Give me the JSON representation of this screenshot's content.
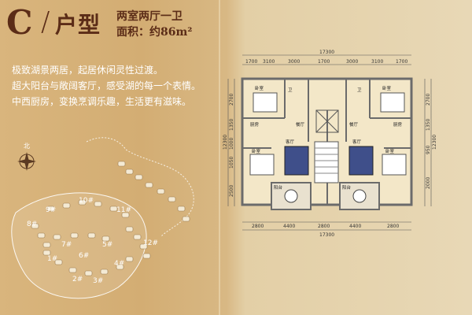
{
  "title": {
    "letter": "C",
    "slash": "/",
    "name": "户型"
  },
  "subtitle": {
    "line1": "两室两厅一卫",
    "line2": "面积：约86m²"
  },
  "description": [
    "极致湖景两居，起居休闲灵性过渡。",
    "超大阳台与敞阔客厅，感受湖的每一个表情。",
    "中西厨房，变换烹调乐趣，生活更有滋味。"
  ],
  "site_plan": {
    "north_label": "北",
    "buildings": [
      {
        "label": "10#"
      },
      {
        "label": "9#"
      },
      {
        "label": "11#"
      },
      {
        "label": "8#"
      },
      {
        "label": "7#"
      },
      {
        "label": "6#"
      },
      {
        "label": "5#"
      },
      {
        "label": "12#"
      },
      {
        "label": "1#"
      },
      {
        "label": "4#"
      },
      {
        "label": "2#"
      },
      {
        "label": "3#"
      }
    ]
  },
  "floor_plan": {
    "top_total": "17300",
    "top_dims": [
      "1700",
      "3100",
      "3000",
      "1700",
      "3000",
      "3100",
      "1700"
    ],
    "bottom_dims": [
      "2800",
      "4400",
      "2800",
      "4400",
      "2800"
    ],
    "bottom_total": "17300",
    "left_total": "12300",
    "left_dims": [
      "2700",
      "1350",
      "1000",
      "1050",
      "2500"
    ],
    "right_total": "12300",
    "right_dims": [
      "2700",
      "1350",
      "950",
      "2000"
    ],
    "rooms": [
      "卧室",
      "卧室",
      "厨房",
      "餐厅",
      "客厅",
      "阳台",
      "卧室",
      "卧室",
      "厨房",
      "餐厅",
      "客厅",
      "阳台",
      "卫",
      "卫"
    ]
  },
  "colors": {
    "title": "#5b2c17",
    "left_bg": "#d6b27b",
    "right_bg": "#e6d4b0",
    "floor": "#f3e7c8"
  }
}
